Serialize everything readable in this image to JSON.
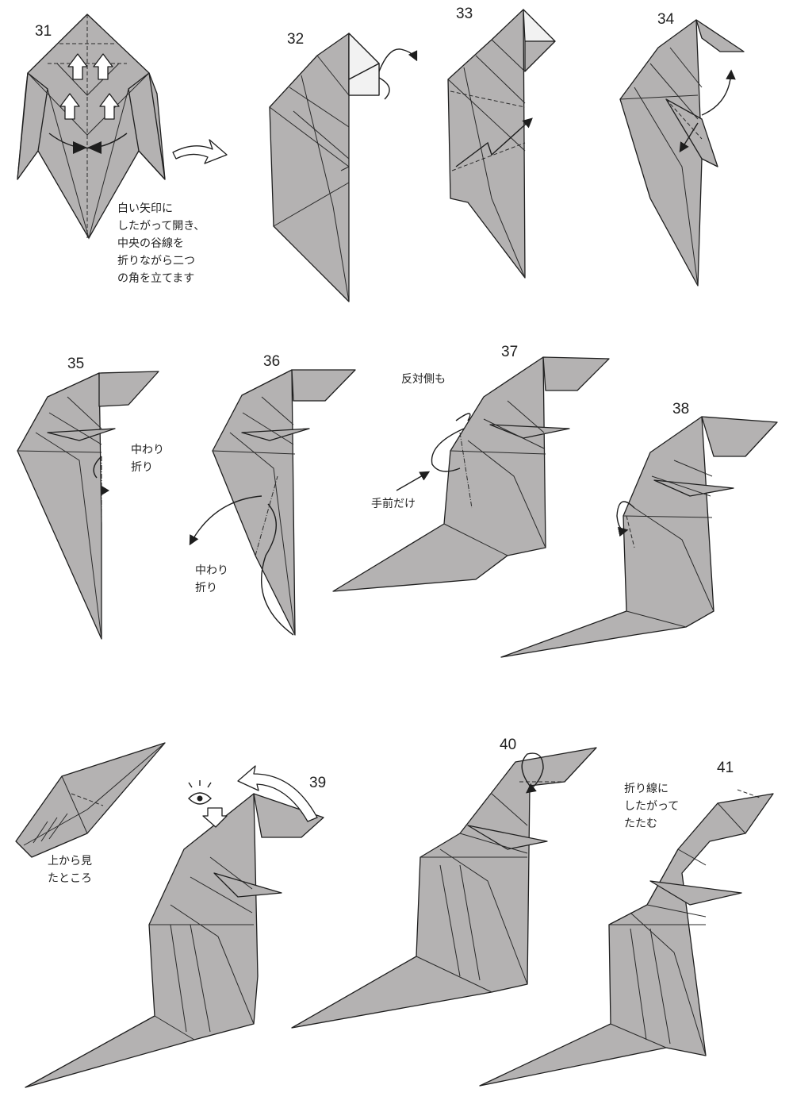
{
  "steps": [
    {
      "number": "31",
      "note": "白い矢印に\nしたがって開き、\n中央の谷線を\n折りながら二つ\nの角を立てます"
    },
    {
      "number": "32"
    },
    {
      "number": "33"
    },
    {
      "number": "34"
    },
    {
      "number": "35",
      "note": "中わり\n折り"
    },
    {
      "number": "36",
      "note": "中わり\n折り"
    },
    {
      "number": "37",
      "note_top": "反対側も",
      "note_bottom": "手前だけ"
    },
    {
      "number": "38"
    },
    {
      "number": "39",
      "inset_note": "上から見\nたところ"
    },
    {
      "number": "40"
    },
    {
      "number": "41",
      "note": "折り線に\nしたがって\nたたむ"
    }
  ],
  "colors": {
    "paper": "#b4b2b2",
    "paper_dark": "#a3a1a1",
    "line": "#1e1e1e",
    "background": "#ffffff"
  },
  "icons": [
    "open-arrow-icon",
    "turn-over-arrow-icon",
    "eye-icon",
    "valley-fold-arrow-icon",
    "mountain-fold-arrow-icon"
  ]
}
